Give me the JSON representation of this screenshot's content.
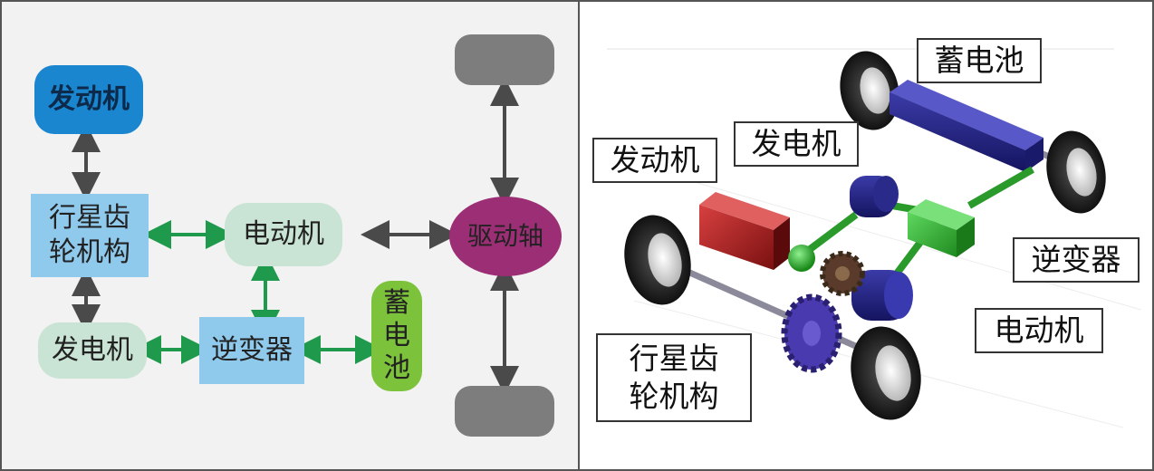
{
  "left_diagram": {
    "engine": "发动机",
    "planetary_gear": [
      "行星齿",
      "轮机构"
    ],
    "motor": "电动机",
    "generator": "发电机",
    "inverter": "逆变器",
    "battery": [
      "蓄",
      "电",
      "池"
    ],
    "drive_shaft": "驱动轴"
  },
  "right_diagram": {
    "battery": "蓄电池",
    "generator": "发电机",
    "engine": "发动机",
    "inverter": "逆变器",
    "motor": "电动机",
    "planetary_gear": [
      "行星齿",
      "轮机构"
    ]
  },
  "colors": {
    "arrow_gray": "#4a4a4a",
    "arrow_green": "#1f9a4c",
    "engine_blue": "#1a86d0",
    "box_blue": "#8fc9ec",
    "node_mint": "#c9e4d4",
    "battery_green": "#7cc23a",
    "drive_purple": "#9b2e74",
    "wheel_gray": "#7d7d7d"
  }
}
